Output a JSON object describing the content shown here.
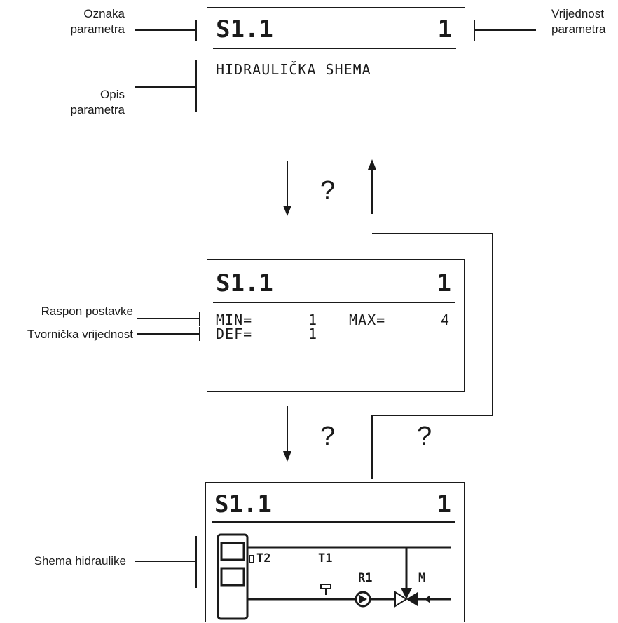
{
  "labels": {
    "oznaka": "Oznaka\nparametra",
    "vrijednost": "Vrijednost\nparametra",
    "opis": "Opis\nparametra",
    "raspon": "Raspon postavke",
    "tvornicka": "Tvornička vrijednost",
    "shema": "Shema hidraulike"
  },
  "screen1": {
    "code": "S1.1",
    "value": "1",
    "description": "HIDRAULIČKA SHEMA"
  },
  "screen2": {
    "code": "S1.1",
    "value": "1",
    "min_label": "MIN=",
    "min_value": "1",
    "max_label": "MAX=",
    "max_value": "4",
    "def_label": "DEF=",
    "def_value": "1"
  },
  "screen3": {
    "code": "S1.1",
    "value": "1",
    "t2": "T2",
    "t1": "T1",
    "r1": "R1",
    "m": "M"
  },
  "arrows": {
    "q1": "?",
    "q2": "?",
    "q3": "?"
  }
}
